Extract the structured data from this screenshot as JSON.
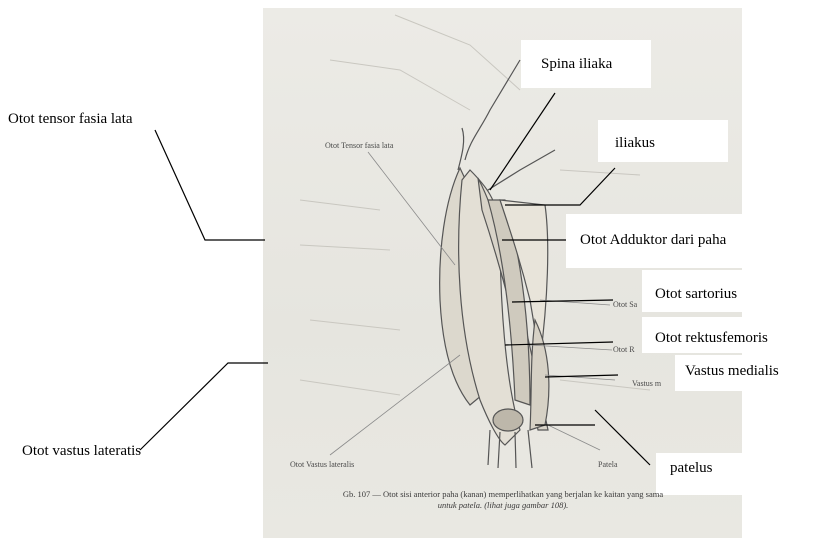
{
  "labels": {
    "spina_iliaka": "Spina iliaka",
    "iliakus": "iliakus",
    "adduktor": "Otot Adduktor dari paha",
    "sartorius": "Otot sartorius",
    "rektusfemoris": "Otot rektusfemoris",
    "vastus_medialis": "Vastus medialis",
    "patelus": "patelus",
    "tensor": "Otot tensor fasia lata",
    "vastus_lateratis": "Otot vastus lateratis"
  },
  "figure": {
    "label_tensor": "Otot Tensor fasia lata",
    "label_vastus_lateralis": "Otot Vastus lateralis",
    "label_patela": "Patela",
    "label_sa": "Otot Sa",
    "label_r": "Otot R",
    "label_vastus_m": "Vastus m",
    "caption_line1": "Gb. 107 — Otot sisi anterior paha (kanan) memperlihatkan yang berjalan ke kaitan yang sama",
    "caption_line2": "untuk patela. (lihat juga gambar 108)."
  },
  "colors": {
    "line": "#000000",
    "muscle_fill": "#ddd9cf",
    "muscle_stroke": "#5a5a5a"
  }
}
